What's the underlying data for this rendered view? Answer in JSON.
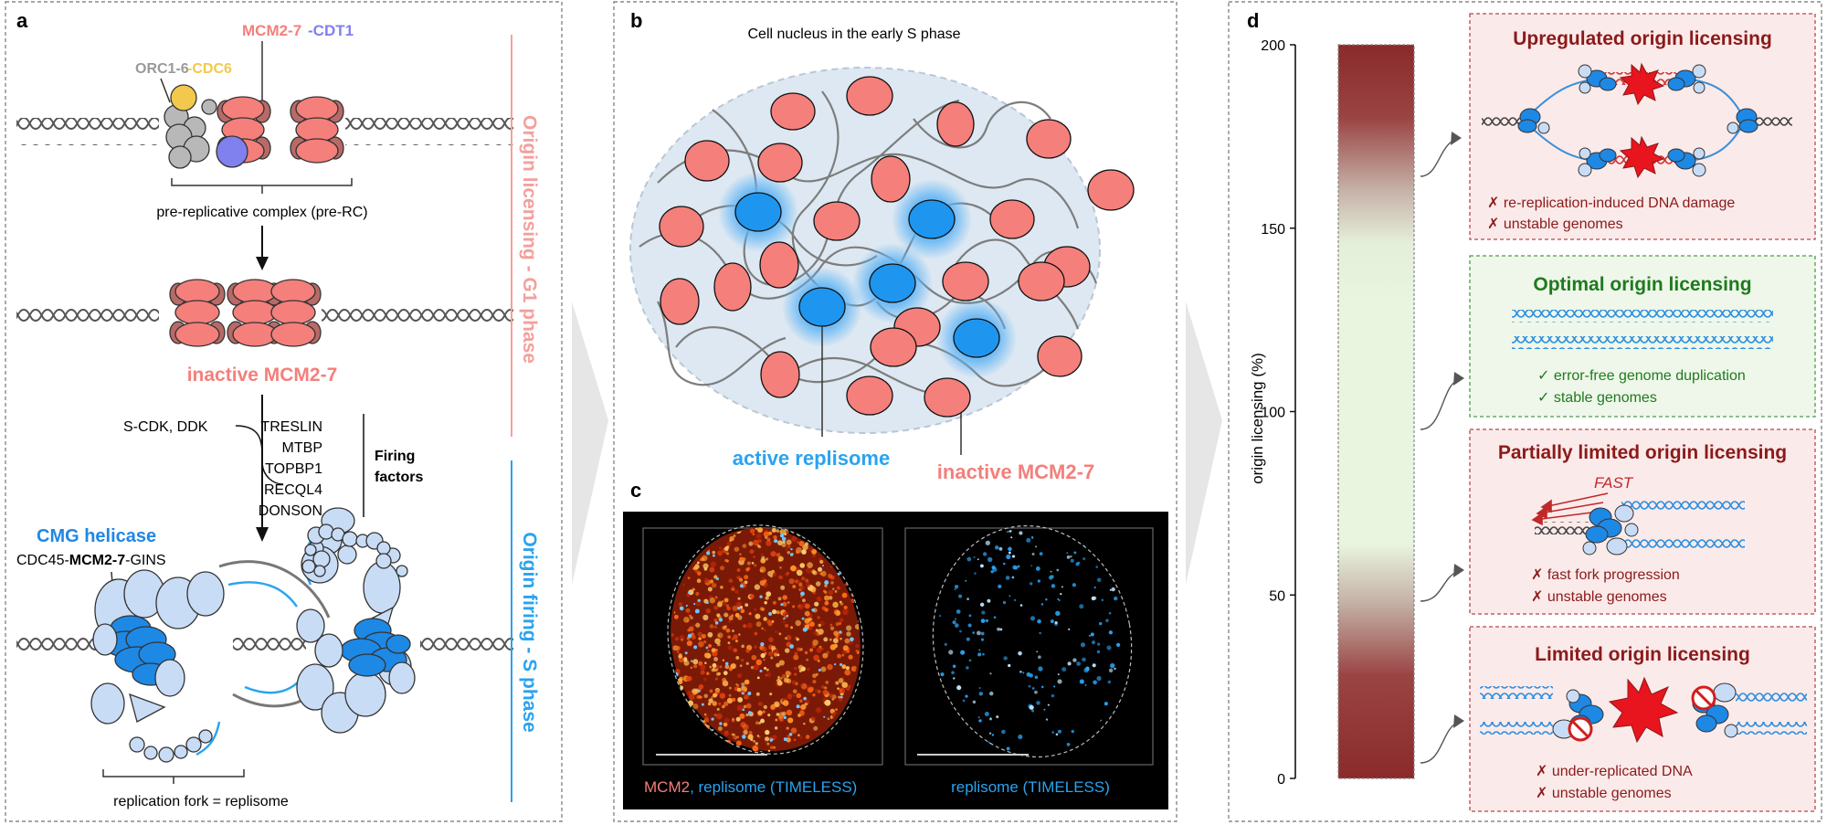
{
  "panel_a": {
    "label": "a",
    "orc": "ORC1-6",
    "cdc6": "-CDC6",
    "mcm": "MCM2-7",
    "cdt1": "-CDT1",
    "prerc": "pre-replicative complex (pre-RC)",
    "inactive": "inactive MCM2-7",
    "kinases": "S-CDK, DDK",
    "factors": [
      "TRESLIN",
      "MTBP",
      "TOPBP1",
      "RECQL4",
      "DONSON"
    ],
    "firing_line1": "Firing",
    "firing_line2": "factors",
    "cmg": "CMG helicase",
    "cmg_sub_pre": "CDC45-",
    "cmg_sub_bold": "MCM2-7",
    "cmg_sub_post": "-GINS",
    "fork": "replication fork = replisome",
    "side_top": "Origin licensing - G1 phase",
    "side_bottom": "Origin firing - S phase"
  },
  "panel_b": {
    "label": "b",
    "title": "Cell nucleus in the early S phase",
    "active": "active replisome",
    "inactive": "inactive MCM2-7"
  },
  "panel_c": {
    "label": "c",
    "left_caption_a": "MCM2",
    "left_caption_b": ", replisome (TIMELESS)",
    "right_caption": "replisome (TIMELESS)"
  },
  "panel_d": {
    "label": "d",
    "ylabel": "origin licensing (%)",
    "ticks": [
      "0",
      "50",
      "100",
      "150",
      "200"
    ],
    "boxes": [
      {
        "title": "Upregulated origin licensing",
        "lines": [
          "✗ re-replication-induced DNA damage",
          "✗ unstable genomes"
        ]
      },
      {
        "title": "Optimal origin licensing",
        "lines": [
          "✓ error-free genome duplication",
          "✓ stable genomes"
        ]
      },
      {
        "title": "Partially limited origin licensing",
        "tag": "FAST",
        "lines": [
          "✗ fast fork progression",
          "✗ unstable genomes"
        ]
      },
      {
        "title": "Limited origin licensing",
        "lines": [
          "✗ under-replicated DNA",
          "✗ unstable genomes"
        ]
      }
    ]
  },
  "colors": {
    "mcm": "#f47f7b",
    "cdt1": "#8080ee",
    "cdc6": "#f2c94c",
    "orc": "#9a9a9a",
    "cmg": "#1e88e5",
    "licensing": "#f4a09c",
    "firing": "#29a3f0",
    "bad": "#8b1a1a",
    "good": "#1f7a1f"
  }
}
